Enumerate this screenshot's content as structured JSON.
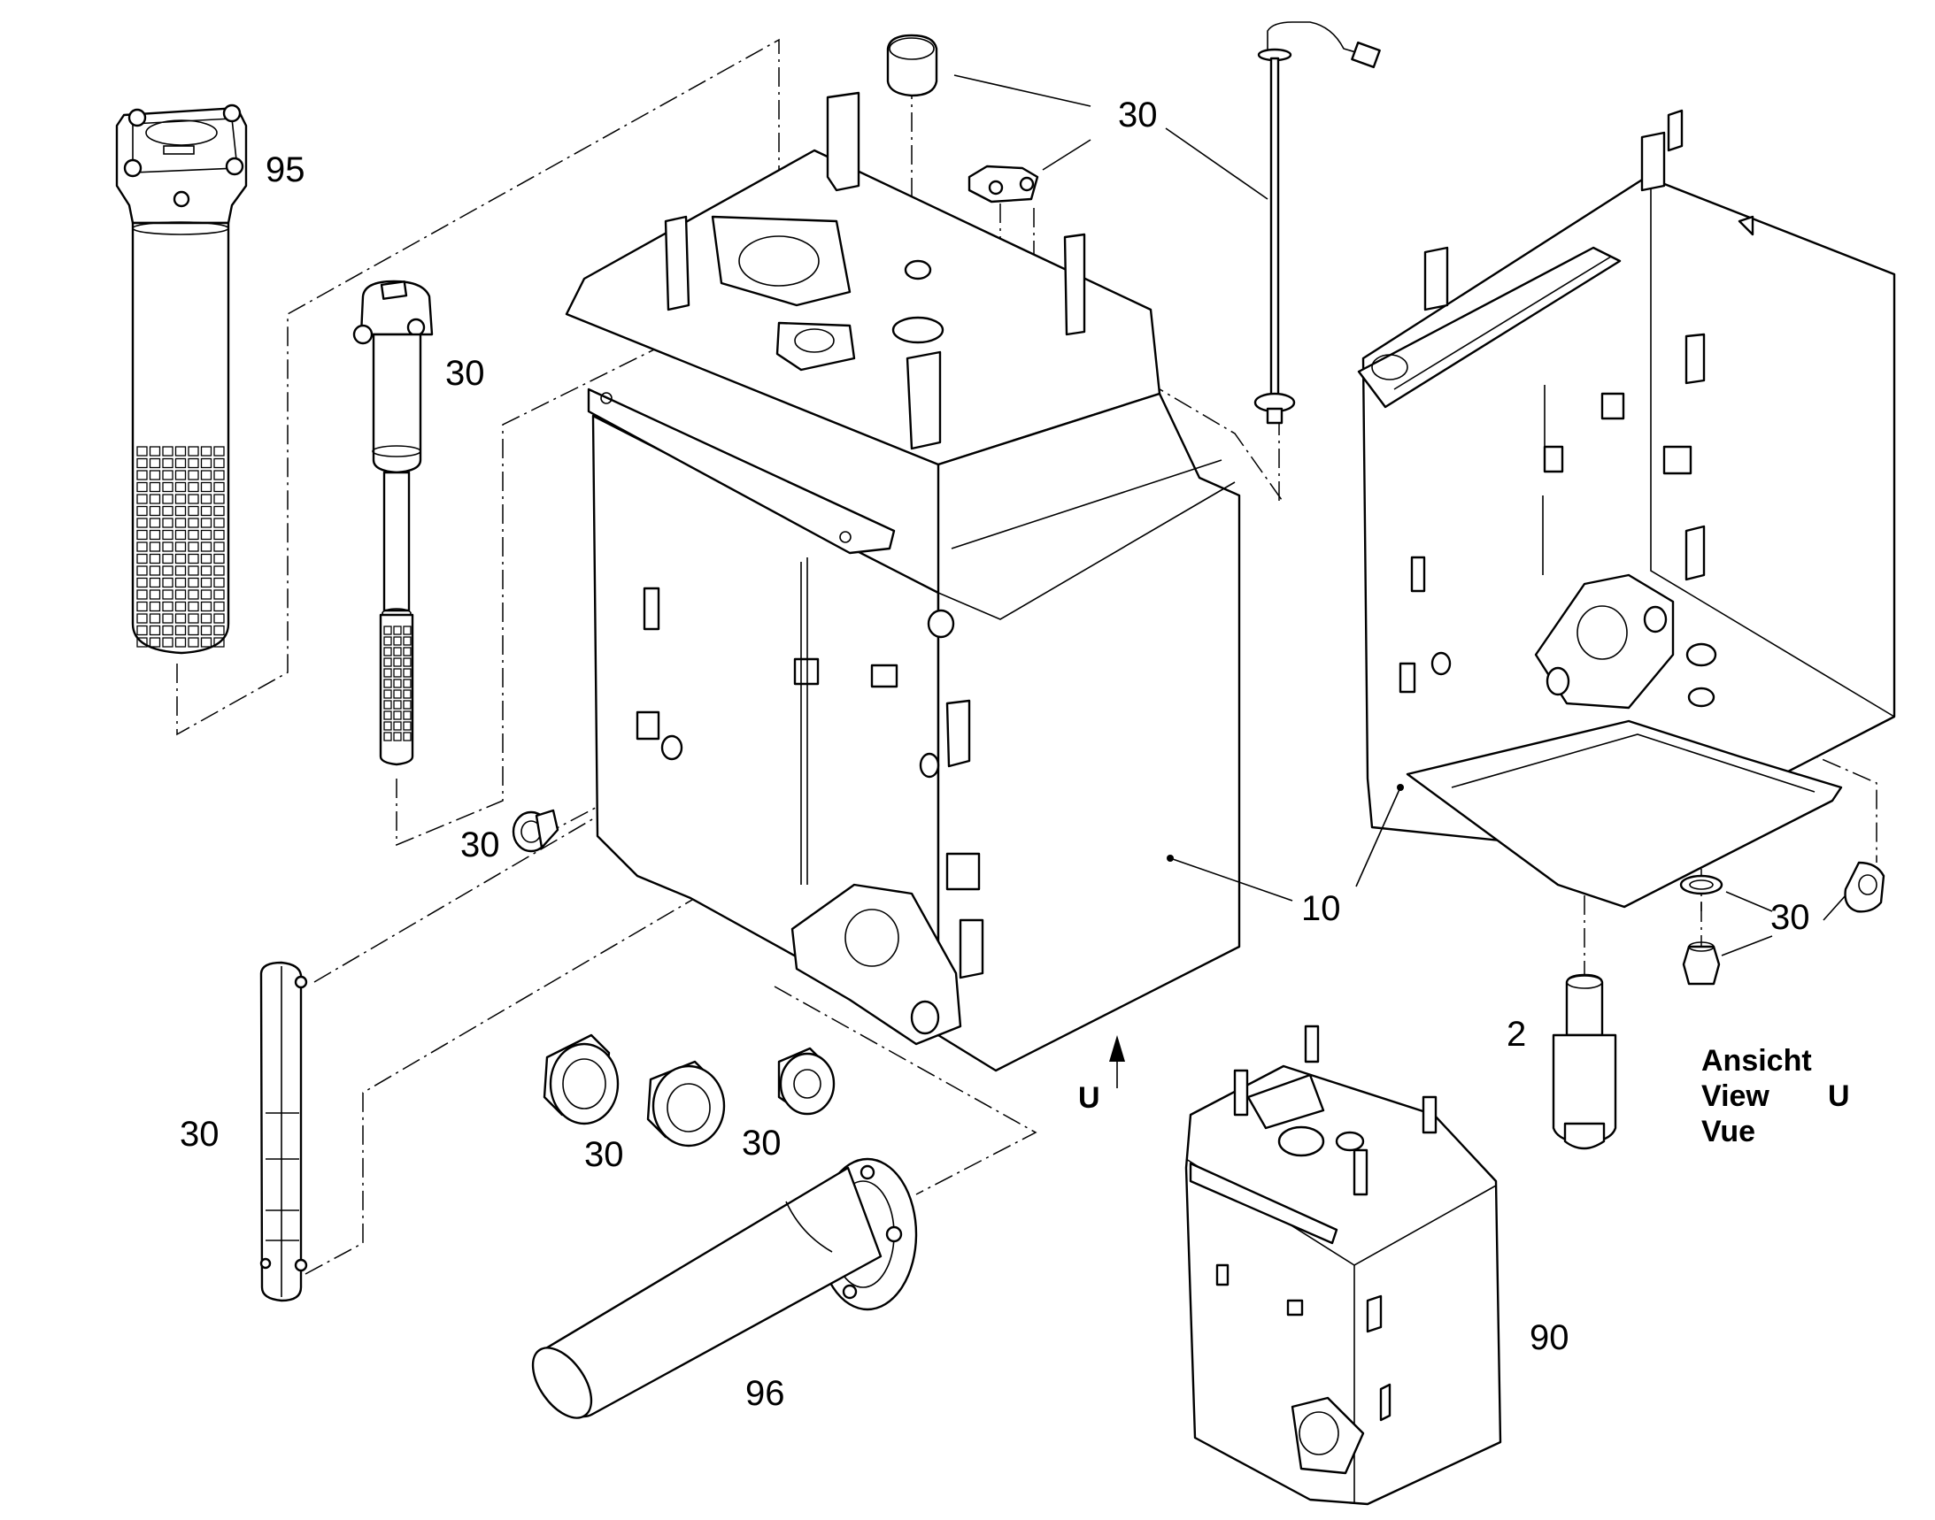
{
  "labels": {
    "filter_top": "95",
    "breather_top": "30",
    "filter_small": "30",
    "plug_left": "30",
    "tank": "10",
    "sight_gauge": "30",
    "fittings_a": "30",
    "fittings_b": "30",
    "tube": "96",
    "assembly": "90",
    "rear_fittings": "30",
    "spacer": "2"
  },
  "view_marker": "U",
  "view_note": {
    "line1": "Ansicht",
    "line2": "View",
    "line3": "Vue",
    "letter": "U"
  }
}
